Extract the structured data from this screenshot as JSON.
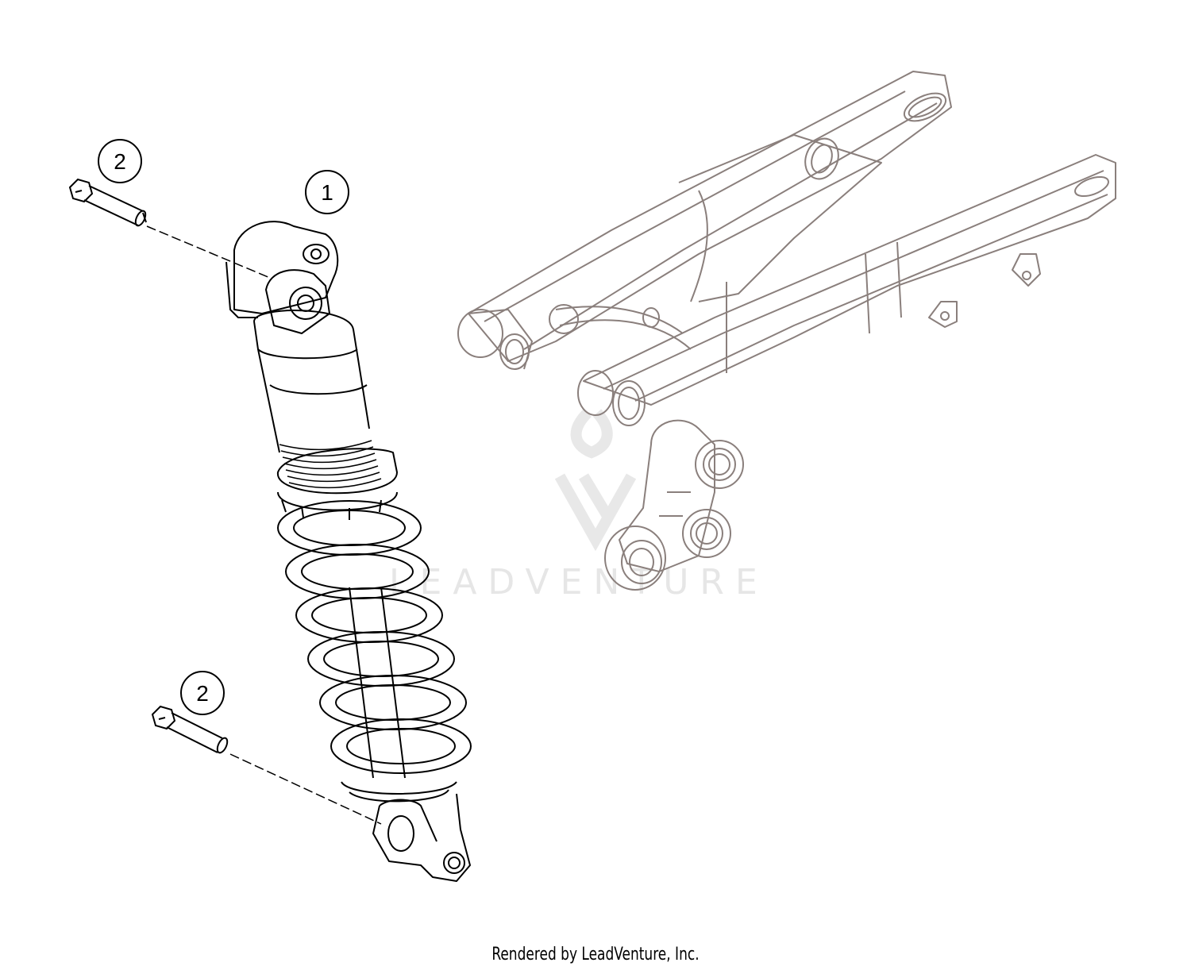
{
  "callouts": [
    {
      "id": "shock-absorber",
      "label": "1"
    },
    {
      "id": "upper-bolt",
      "label": "2"
    },
    {
      "id": "lower-bolt",
      "label": "2"
    }
  ],
  "watermark": "LEADVENTURE",
  "footer": "Rendered by LeadVenture, Inc.",
  "colors": {
    "shock_line": "#000000",
    "swingarm_line": "#8a7f7c",
    "watermark": "#e6e6e6"
  }
}
